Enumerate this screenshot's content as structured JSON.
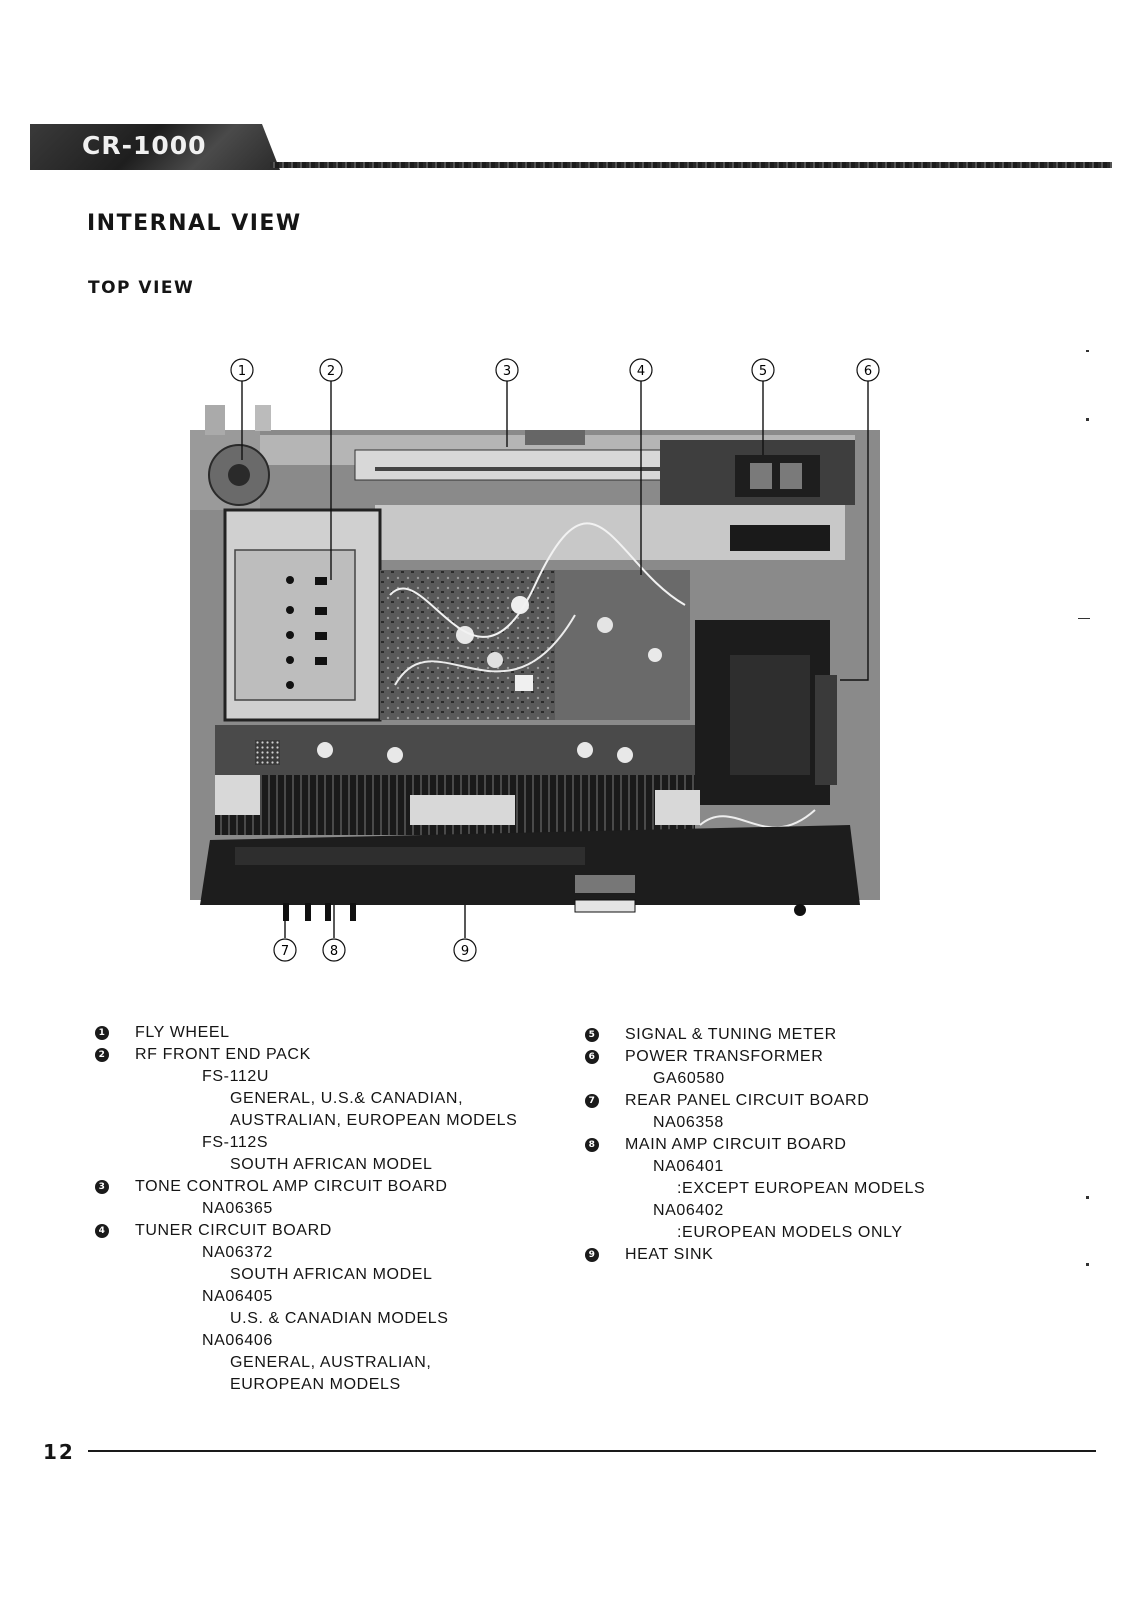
{
  "header": {
    "model": "CR-1000"
  },
  "section_title": "INTERNAL VIEW",
  "sub_title": "TOP VIEW",
  "photo_callouts": [
    "1",
    "2",
    "3",
    "4",
    "5",
    "6",
    "7",
    "8",
    "9"
  ],
  "legend_left": [
    {
      "bullet": "1",
      "level": 0,
      "text": "FLY WHEEL"
    },
    {
      "bullet": "2",
      "level": 0,
      "text": "RF FRONT END PACK"
    },
    {
      "bullet": "",
      "level": 1,
      "text": "FS-112U"
    },
    {
      "bullet": "",
      "level": 2,
      "text": "GENERAL, U.S.& CANADIAN,"
    },
    {
      "bullet": "",
      "level": 2,
      "text": "AUSTRALIAN, EUROPEAN MODELS"
    },
    {
      "bullet": "",
      "level": 1,
      "text": "FS-112S"
    },
    {
      "bullet": "",
      "level": 2,
      "text": "SOUTH AFRICAN MODEL"
    },
    {
      "bullet": "3",
      "level": 0,
      "text": "TONE CONTROL AMP CIRCUIT BOARD"
    },
    {
      "bullet": "",
      "level": 1,
      "text": "NA06365"
    },
    {
      "bullet": "4",
      "level": 0,
      "text": "TUNER CIRCUIT BOARD"
    },
    {
      "bullet": "",
      "level": 1,
      "text": "NA06372"
    },
    {
      "bullet": "",
      "level": 2,
      "text": "SOUTH AFRICAN MODEL"
    },
    {
      "bullet": "",
      "level": 1,
      "text": "NA06405"
    },
    {
      "bullet": "",
      "level": 2,
      "text": "U.S. & CANADIAN MODELS"
    },
    {
      "bullet": "",
      "level": 1,
      "text": "NA06406"
    },
    {
      "bullet": "",
      "level": 2,
      "text": "GENERAL, AUSTRALIAN,"
    },
    {
      "bullet": "",
      "level": 2,
      "text": "EUROPEAN MODELS"
    }
  ],
  "legend_right": [
    {
      "bullet": "5",
      "level": 0,
      "text": "SIGNAL & TUNING METER"
    },
    {
      "bullet": "6",
      "level": 0,
      "text": "POWER TRANSFORMER"
    },
    {
      "bullet": "",
      "level": 1,
      "text": "GA60580"
    },
    {
      "bullet": "7",
      "level": 0,
      "text": "REAR PANEL CIRCUIT BOARD"
    },
    {
      "bullet": "",
      "level": 1,
      "text": "NA06358"
    },
    {
      "bullet": "8",
      "level": 0,
      "text": "MAIN AMP CIRCUIT BOARD"
    },
    {
      "bullet": "",
      "level": 1,
      "text": "NA06401"
    },
    {
      "bullet": "",
      "level": 2,
      "text": ":EXCEPT EUROPEAN MODELS"
    },
    {
      "bullet": "",
      "level": 1,
      "text": "NA06402"
    },
    {
      "bullet": "",
      "level": 2,
      "text": ":EUROPEAN MODELS ONLY"
    },
    {
      "bullet": "9",
      "level": 0,
      "text": "HEAT SINK"
    }
  ],
  "page_number": "12"
}
